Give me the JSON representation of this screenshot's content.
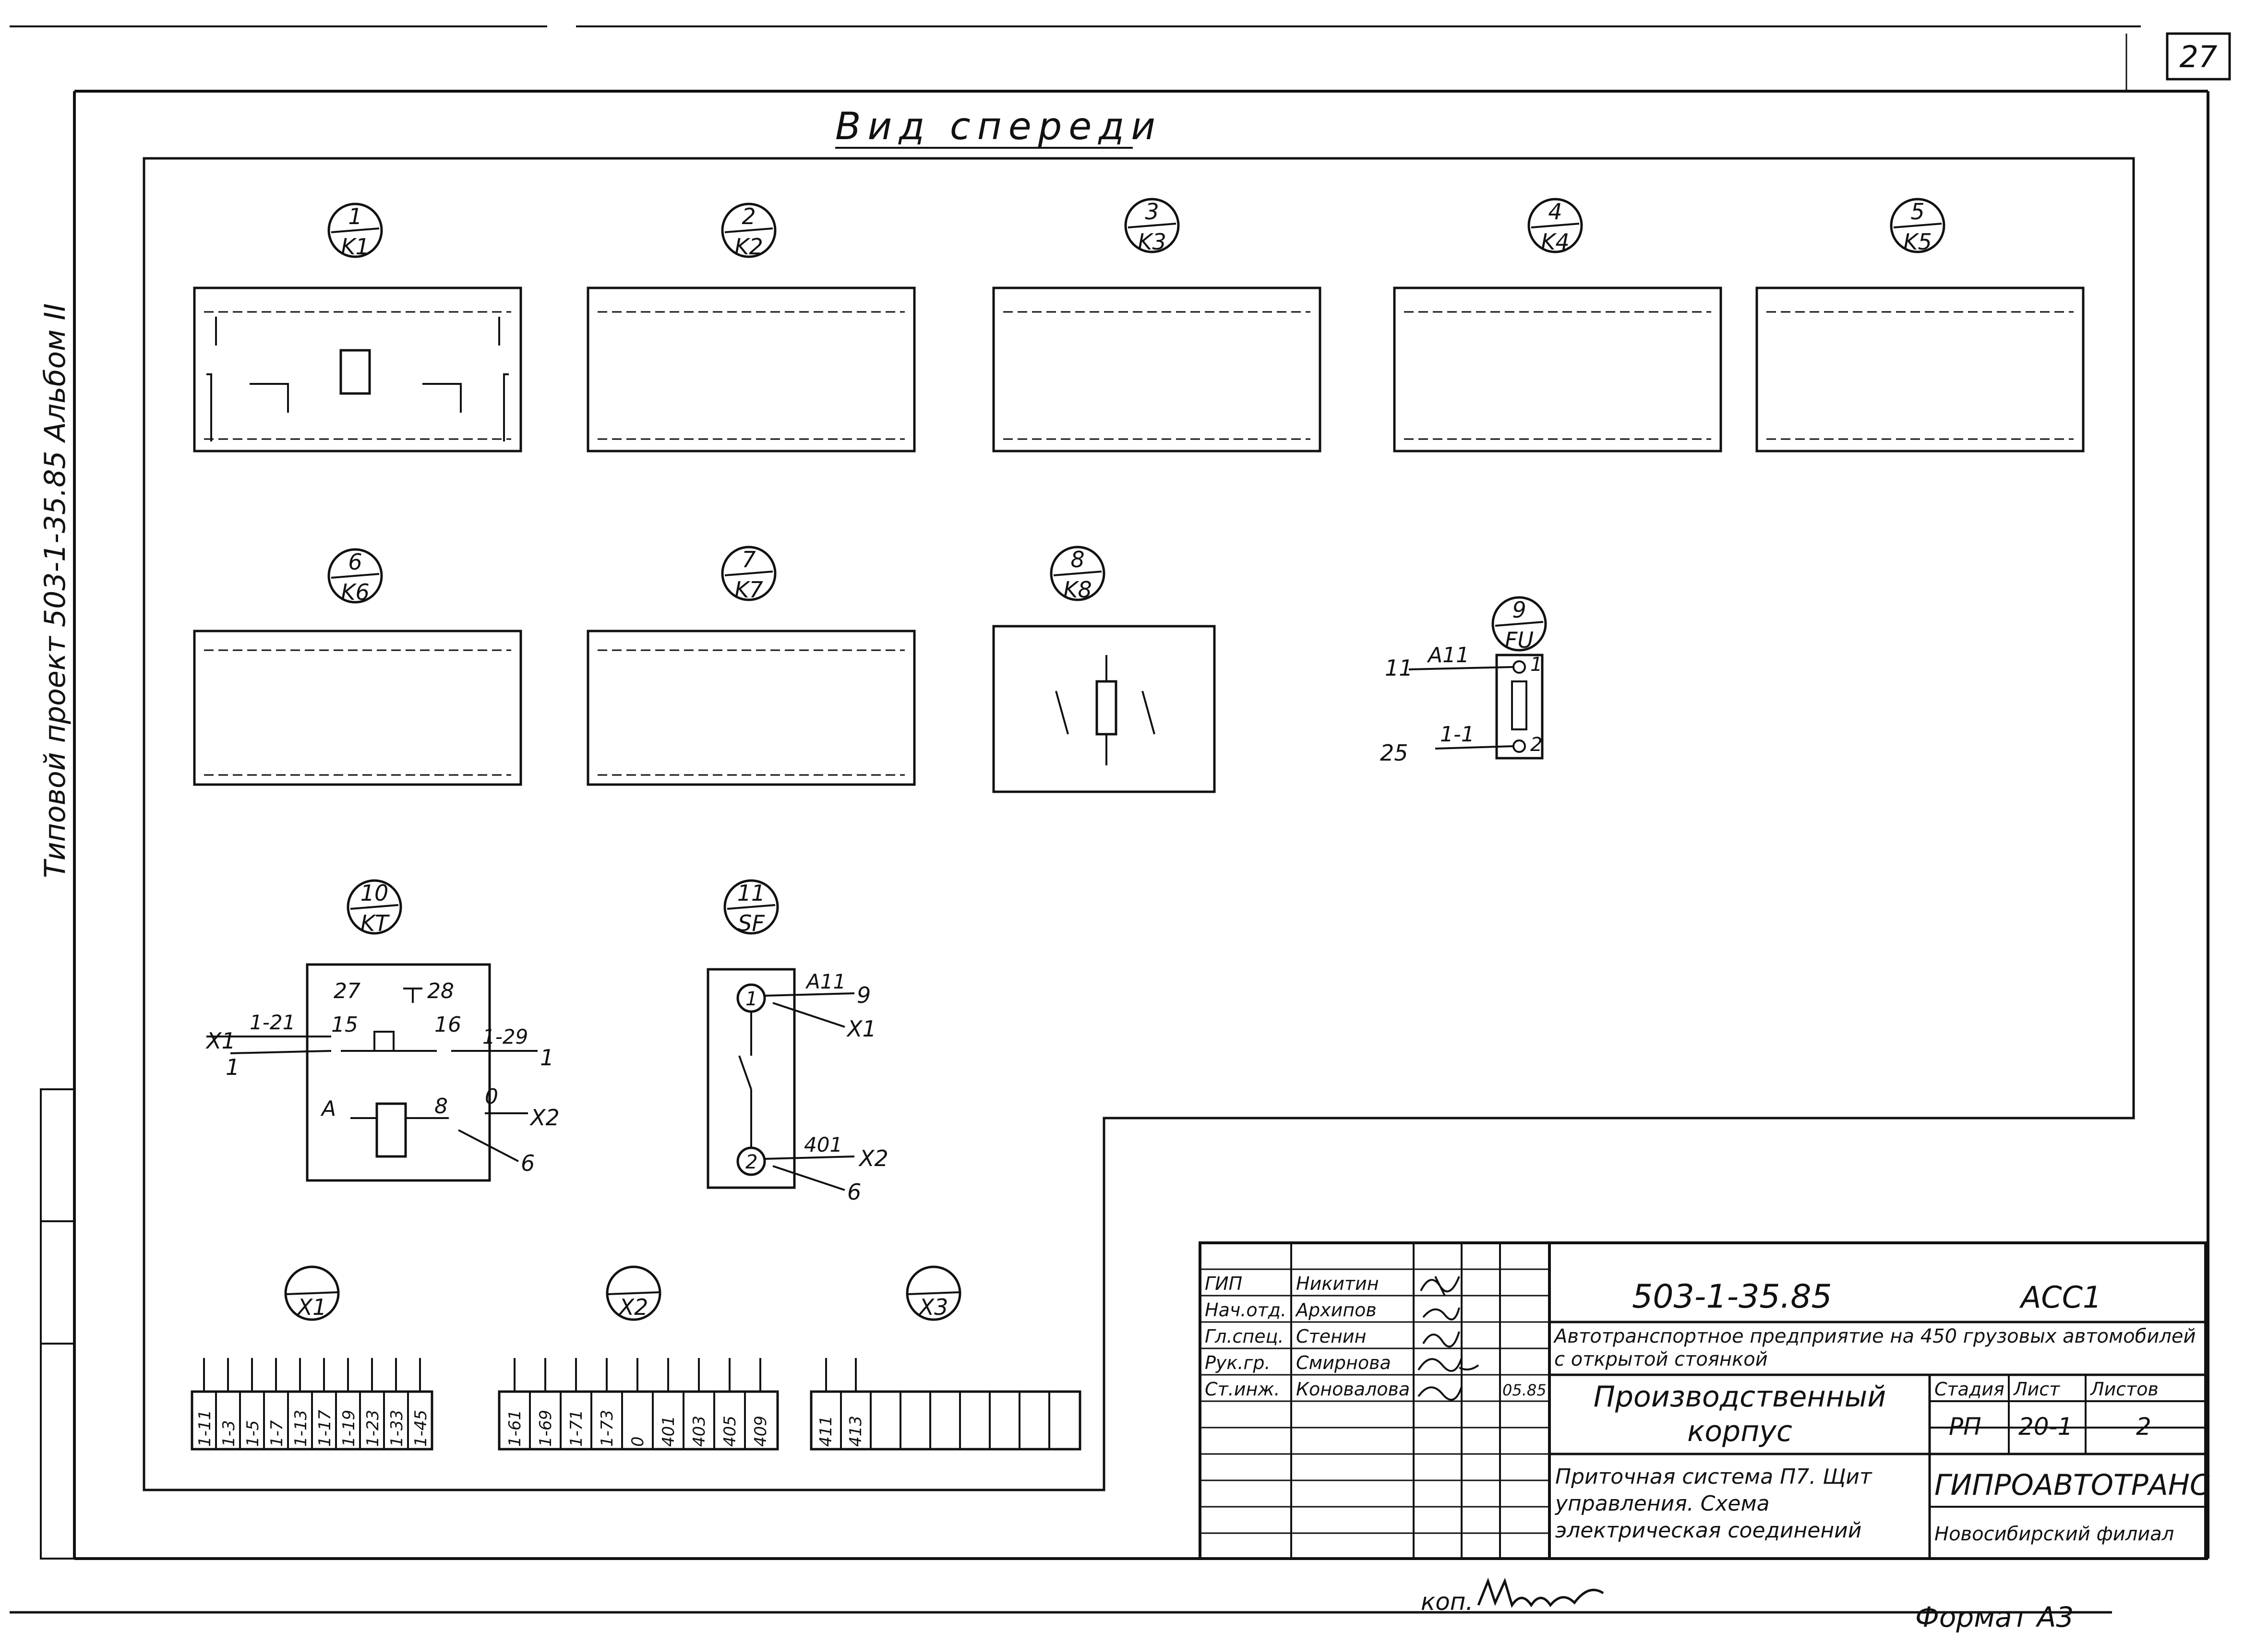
{
  "sheet_number": "27",
  "side_label": "Типовой проект 503-1-35.85 Альбом II",
  "view_title": "Вид спереди",
  "devices": [
    {
      "num": "1",
      "code": "K1"
    },
    {
      "num": "2",
      "code": "K2"
    },
    {
      "num": "3",
      "code": "K3"
    },
    {
      "num": "4",
      "code": "K4"
    },
    {
      "num": "5",
      "code": "K5"
    },
    {
      "num": "6",
      "code": "K6"
    },
    {
      "num": "7",
      "code": "K7"
    },
    {
      "num": "8",
      "code": "K8"
    },
    {
      "num": "9",
      "code": "FU"
    },
    {
      "num": "10",
      "code": "KT"
    },
    {
      "num": "11",
      "code": "SF"
    }
  ],
  "terminal_blocks": [
    {
      "code": "X1",
      "labels": [
        "1-11",
        "1-3",
        "1-5",
        "1-7",
        "1-13",
        "1-17",
        "1-19",
        "1-23",
        "1-33",
        "1-45"
      ]
    },
    {
      "code": "X2",
      "labels": [
        "1-61",
        "1-69",
        "1-71",
        "1-73",
        "0",
        "401",
        "403",
        "405",
        "409"
      ]
    },
    {
      "code": "X3",
      "labels": [
        "411",
        "413",
        "",
        "",
        "",
        "",
        "",
        "",
        ""
      ]
    }
  ],
  "fu_labels": {
    "in_left": "11",
    "in_wire": "A11",
    "out_left": "25",
    "out_wire": "1-1",
    "pin1": "1",
    "pin2": "2"
  },
  "kt_labels": {
    "t27": "27",
    "t28": "28",
    "t15": "15",
    "t16": "16",
    "tA": "A",
    "t8": "8",
    "w_x1": "X1",
    "w_121": "1-21",
    "w_1a": "1",
    "w_129": "1-29",
    "w_1b": "1",
    "w_0": "0",
    "w_x2": "X2",
    "w_6": "6"
  },
  "sf_labels": {
    "p1": "1",
    "p2": "2",
    "w_a11": "A11",
    "w_9": "9",
    "w_x1": "X1",
    "w_401": "401",
    "w_x2": "X2",
    "w_6": "6"
  },
  "title_block": {
    "code": "503-1-35.85",
    "mark": "АСС1",
    "project": "Автотранспортное предприятие на 450 грузовых автомобилей с открытой стоянкой",
    "building": "Производственный корпус",
    "sheet_title": "Приточная система П7. Щит управления. Схема электрическая соединений",
    "stage_h": "Стадия",
    "sheet_h": "Лист",
    "sheets_h": "Листов",
    "stage": "РП",
    "sheet": "20-1",
    "sheets": "2",
    "org": "ГИПРОАВТОТРАНС",
    "branch": "Новосибирский филиал",
    "staff": [
      {
        "role": "ГИП",
        "name": "Никитин",
        "date": ""
      },
      {
        "role": "Нач.отд.",
        "name": "Архипов",
        "date": ""
      },
      {
        "role": "Гл.спец.",
        "name": "Стенин",
        "date": ""
      },
      {
        "role": "Рук.гр.",
        "name": "Смирнова",
        "date": ""
      },
      {
        "role": "Ст.инж.",
        "name": "Коновалова",
        "date": "05.85"
      }
    ]
  },
  "footer_copy_label": "коп.",
  "footer_format": "Формат А3"
}
